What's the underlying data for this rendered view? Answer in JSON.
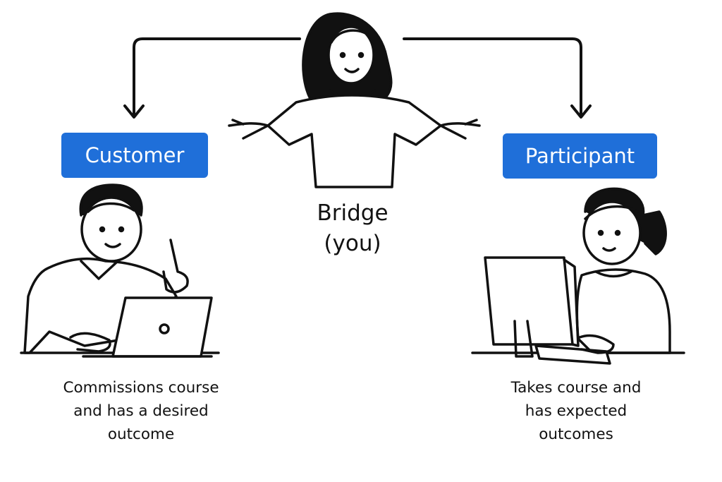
{
  "accent_color": "#1f6fd9",
  "line_color": "#111111",
  "nodes": {
    "customer": {
      "label": "Customer",
      "description": [
        "Commissions course",
        "and has a desired",
        "outcome"
      ]
    },
    "bridge": {
      "label": "Bridge",
      "sublabel": "(you)"
    },
    "participant": {
      "label": "Participant",
      "description": [
        "Takes course and",
        "has expected",
        "outcomes"
      ]
    }
  },
  "icons": [
    "bridge-person-icon",
    "customer-laptop-person-icon",
    "participant-desktop-person-icon",
    "arrow-down-icon"
  ]
}
